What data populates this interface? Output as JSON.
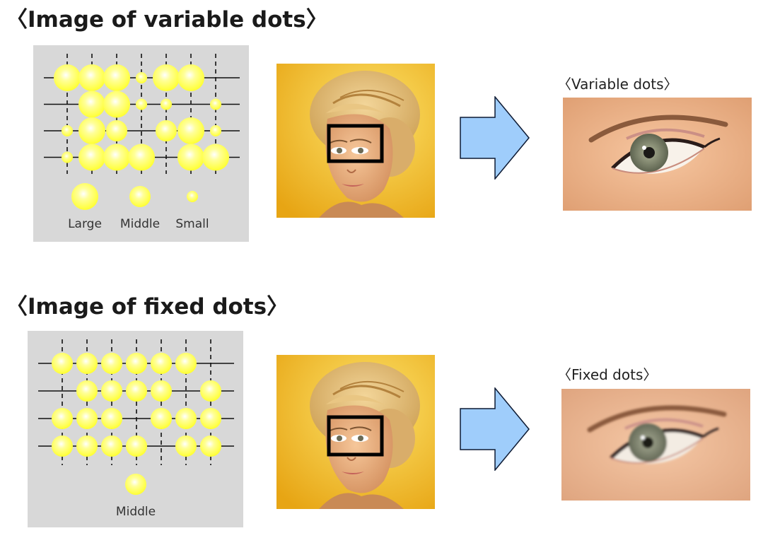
{
  "sections": [
    {
      "title": "〈Image of variable dots〉",
      "legend": [
        {
          "label": "Large",
          "size": "large"
        },
        {
          "label": "Middle",
          "size": "middle"
        },
        {
          "label": "Small",
          "size": "small"
        }
      ],
      "result_caption": "〈Variable dots〉",
      "dot_rows": [
        [
          "large",
          "large",
          "large",
          "small",
          "large",
          "large",
          null,
          null
        ],
        [
          null,
          "large",
          "large",
          "small",
          "small",
          null,
          "small",
          null
        ],
        [
          "small",
          "large",
          "middle",
          null,
          "middle",
          "large",
          "small",
          null
        ],
        [
          "small",
          "large",
          "large",
          "large",
          null,
          "large",
          "large",
          null
        ]
      ]
    },
    {
      "title": "〈Image of fixed dots〉",
      "legend": [
        {
          "label": "Middle",
          "size": "middle"
        }
      ],
      "result_caption": "〈Fixed dots〉",
      "dot_rows": [
        [
          "middle",
          "middle",
          "middle",
          "middle",
          "middle",
          "middle",
          null,
          null
        ],
        [
          null,
          "middle",
          "middle",
          "middle",
          "middle",
          null,
          "middle",
          null
        ],
        [
          "middle",
          "middle",
          "middle",
          null,
          "middle",
          "middle",
          "middle",
          null
        ],
        [
          "middle",
          "middle",
          "middle",
          "middle",
          null,
          "middle",
          "middle",
          null
        ]
      ]
    }
  ],
  "colors": {
    "panel_bg": "#d8d8d8",
    "dot_core": "#ffffff",
    "dot_edge": "#ffff33",
    "arrow_fill": "#9fcdfb",
    "photo_bg": "#f2b81f",
    "selection_box": "#000000"
  },
  "icons": [
    "right-arrow-icon",
    "dot-grid-diagram",
    "portrait-photo",
    "eye-closeup"
  ]
}
